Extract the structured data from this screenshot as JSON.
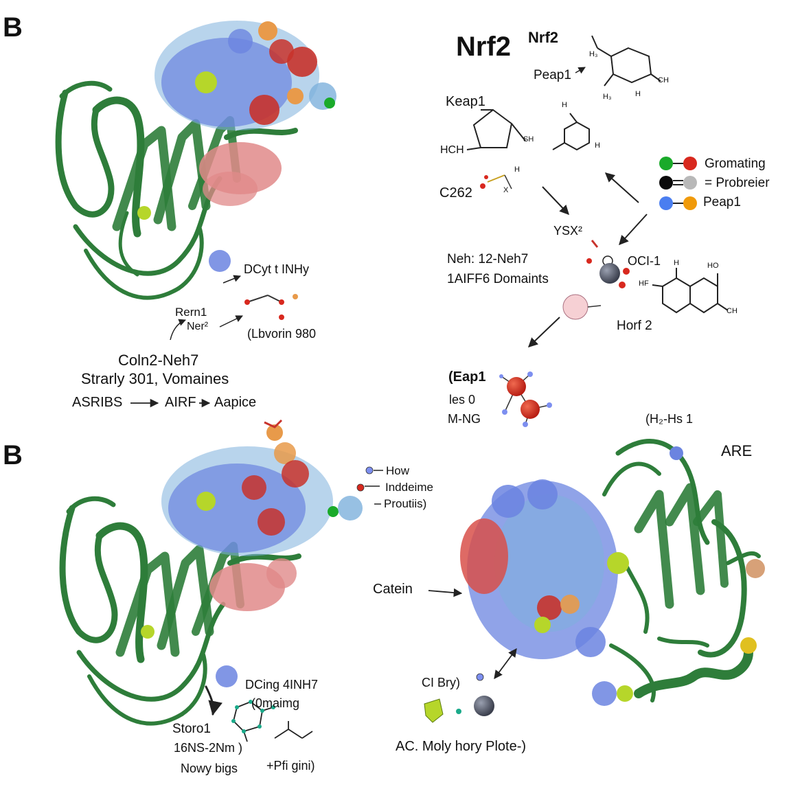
{
  "panels": [
    {
      "letter": "B"
    },
    {
      "letter": "B"
    }
  ],
  "header": {
    "title": "Nrf2",
    "title_sup": "Nrf2"
  },
  "top_left": {
    "label_dcyt": "DCyt t INHy",
    "label_rern": "Rern1",
    "label_ner": "Ner²",
    "label_lbvorin": "(Lbvorin 980",
    "caption_1": "Coln2-Neh7",
    "caption_2": "Strarly 301, Vomaines",
    "flow_1": "ASRIBS",
    "flow_2": "AIRF",
    "flow_3": "Aapice"
  },
  "top_right": {
    "peap_top": "Peap1",
    "chem_h3_a": "H₃",
    "chem_h3_b": "H₃",
    "chem_h_a": "H",
    "chem_ch_a": "CH",
    "keap": "Keap1",
    "hch": "HCH",
    "chem_sh": "SH",
    "chem_h_b": "H",
    "chem_h_c": "H",
    "c262": "C262",
    "chem_h_d": "H",
    "chem_x": "X",
    "ysx": "YSX²",
    "neh_1": "Neh: 12-Neh7",
    "neh_2": "1AIFF6 Domaints",
    "oci": "OCI-1",
    "chem_h_e": "H",
    "chem_ho": "HO",
    "chem_hf": "HF",
    "chem_ch_b": "CH",
    "horf": "Horf 2",
    "eap": "(Eap1",
    "les": "les 0",
    "mng": "M-NG",
    "legend": [
      {
        "label": "Gromating",
        "colors": [
          "#1aaa2a",
          "#d8281e"
        ]
      },
      {
        "label": "= Probreier",
        "colors": [
          "#0a0a0a",
          "#b8b8b8"
        ]
      },
      {
        "label": "Peap1",
        "colors": [
          "#4a7ef0",
          "#f09a0a"
        ]
      }
    ]
  },
  "bottom_left": {
    "legend": [
      {
        "label": "How",
        "color": "#7d8ff0"
      },
      {
        "label": "Inddeime",
        "color": "#d8281e"
      },
      {
        "label": "Proutiis)",
        "color": ""
      }
    ],
    "dcing": "DCing 4INH7",
    "omaimg": "(0maimg",
    "storo": "Storo1",
    "ns2nm": "16NS-2Nm )",
    "nowy": "Nowy bigs",
    "pfgini": "+Pfi gini)"
  },
  "bottom_right": {
    "hs": "(H₂-Hs 1",
    "are": "ARE",
    "catein": "Catein",
    "cbry": "CI Bry)",
    "ac": "AC. Moly hory Plote-)"
  },
  "colors": {
    "ribbon": "#2e7d3a",
    "blue": "#6b84e0",
    "lightblue": "#7db0dc",
    "red": "#c8332c",
    "pink": "#e08a8a",
    "orange": "#e89a4a",
    "lime": "#b6d62a"
  }
}
